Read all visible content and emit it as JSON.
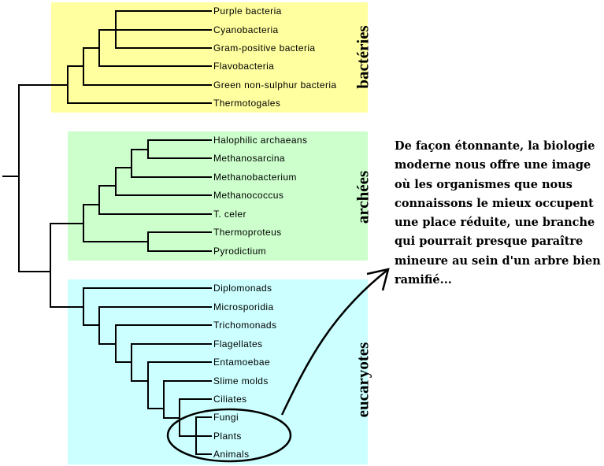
{
  "colors": {
    "bacteria_bg": "#ffff9f",
    "archaea_bg": "#ccffcc",
    "eukaryotes_bg": "#ccffff",
    "line": "#000000"
  },
  "groups": [
    {
      "label": "bactéries",
      "leaves": [
        "Purple bacteria",
        "Cyanobacteria",
        "Gram-positive bacteria",
        "Flavobacteria",
        "Green non-sulphur bacteria",
        "Thermotogales"
      ]
    },
    {
      "label": "archées",
      "leaves": [
        "Halophilic archaeans",
        "Methanosarcina",
        "Methanobacterium",
        "Methanococcus",
        "T. celer",
        "Thermoproteus",
        "Pyrodictium"
      ]
    },
    {
      "label": "eucaryotes",
      "leaves": [
        "Diplomonads",
        "Microsporidia",
        "Trichomonads",
        "Flagellates",
        "Entamoebae",
        "Slime molds",
        "Ciliates",
        "Fungi",
        "Plants",
        "Animals"
      ]
    }
  ],
  "highlight": {
    "circled_leaves": [
      "Fungi",
      "Plants",
      "Animals"
    ]
  },
  "caption": {
    "text": "De façon étonnante, la biologie moderne nous offre une image où les organismes que nous connaissons le mieux occupent une place réduite, une branche qui pourrait presque paraître mineure au sein d'un arbre bien ramifié..."
  }
}
